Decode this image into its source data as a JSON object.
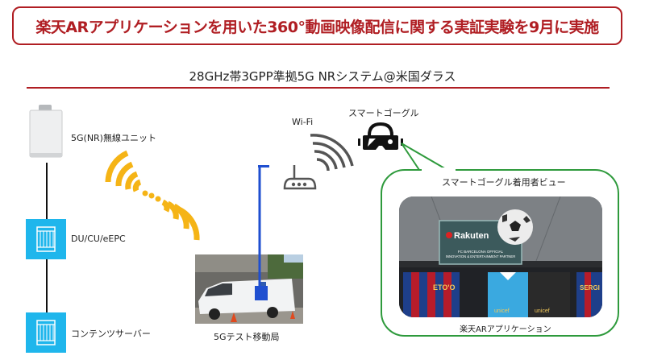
{
  "header": {
    "title": "楽天ARアプリケーションを用いた360°動画映像配信に関する実証実験を9月に実施",
    "subtitle": "28GHz帯3GPP準拠5G NRシステム@米国ダラス"
  },
  "diagram": {
    "nodes": {
      "radio_unit": {
        "label": "5G(NR)無線ユニット",
        "icon": "radio-unit-icon"
      },
      "du_cu_epc": {
        "label": "DU/CU/eEPC",
        "icon": "server-icon"
      },
      "content_server": {
        "label": "コンテンツサーバー",
        "icon": "server-icon"
      },
      "mobile_station": {
        "label": "5Gテスト移動局",
        "icon": "van-photo"
      },
      "wifi": {
        "label": "Wi-Fi",
        "icon": "wifi-router-icon"
      },
      "smart_goggle": {
        "label": "スマートゴーグル",
        "icon": "vr-goggle-icon"
      }
    },
    "callout": {
      "title": "スマートゴーグル着用者ビュー",
      "caption": "楽天ARアプリケーション",
      "view": {
        "sign_brand": "Rakuten",
        "sign_line1": "FC BARCELONA OFFICIAL",
        "sign_line2": "INNOVATION & ENTERTAINMENT PARTNER",
        "jersey_names": [
          "ETO'O",
          "SERGI"
        ],
        "jersey_sponsor": "unicef"
      }
    }
  },
  "colors": {
    "accent_red": "#b01e23",
    "signal_yellow": "#f5b416",
    "server_blue": "#1fb6ec",
    "antenna_blue": "#1f4fd0",
    "callout_green": "#2e9a3c"
  }
}
